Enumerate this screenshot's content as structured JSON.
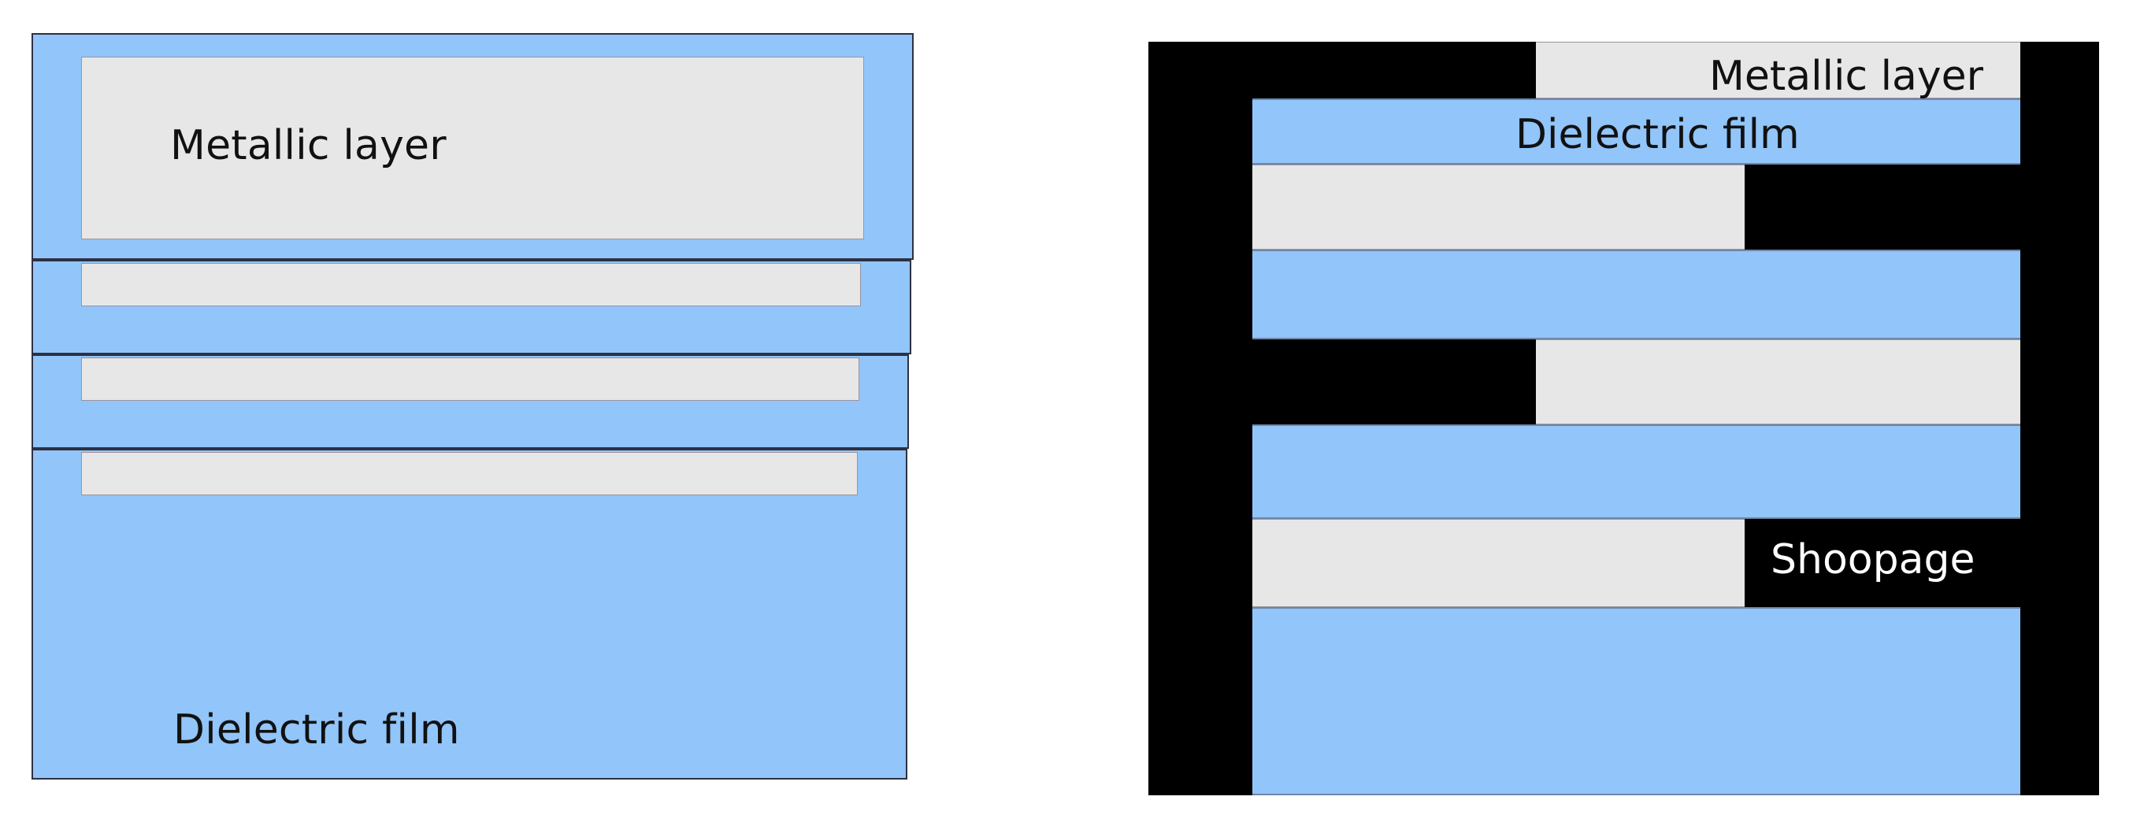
{
  "figure": {
    "type": "diagram",
    "description": "Two side-by-side cross-section schematics of a multilayer thin-film stack",
    "colors": {
      "dielectric_blue": "#92c5f9",
      "metallic_gray": "#e7e7e7",
      "outline": "#2d3142",
      "box_outline": "#9b93a0",
      "background_black": "#000000",
      "page_background": "#ffffff",
      "text_dark": "#111111",
      "text_light": "#ffffff"
    },
    "labels": {
      "metallic_layer": "Metallic layer",
      "dielectric_film": "Dielectric film",
      "shoopage": "Shoopage"
    }
  },
  "left_panel": {
    "name": "layered-stack-outlined",
    "background_color": "#92c5f9",
    "labels": [
      {
        "text": "Metallic layer",
        "color": "#111111",
        "on": "metallic"
      },
      {
        "text": "Dielectric film",
        "color": "#111111",
        "on": "dielectric"
      }
    ],
    "blocks": [
      {
        "index": 0,
        "fill": "#92c5f9",
        "inset_fill": "#e7e7e7",
        "inset_label": "Metallic layer"
      },
      {
        "index": 1,
        "fill": "#92c5f9",
        "inset_fill": "#e7e7e7",
        "inset_label": ""
      },
      {
        "index": 2,
        "fill": "#92c5f9",
        "inset_fill": "#e7e7e7",
        "inset_label": ""
      },
      {
        "index": 3,
        "fill": "#92c5f9",
        "inset_fill": "#e7e7e7",
        "inset_label": "Dielectric film"
      }
    ]
  },
  "right_panel": {
    "name": "layered-stack-on-black",
    "background_color": "#000000",
    "labels": [
      {
        "text": "Metallic layer",
        "color": "#111111",
        "on": "metallic-band-1"
      },
      {
        "text": "Dielectric film",
        "color": "#111111",
        "on": "dielectric-band-1"
      },
      {
        "text": "Shoopage",
        "color": "#ffffff",
        "on": "black-background"
      }
    ],
    "bands": [
      {
        "index": 0,
        "material": "metallic",
        "fill": "#e7e7e7",
        "label": "Metallic layer"
      },
      {
        "index": 1,
        "material": "dielectric",
        "fill": "#92c5f9",
        "label": "Dielectric film"
      },
      {
        "index": 2,
        "material": "metallic",
        "fill": "#e7e7e7",
        "label": ""
      },
      {
        "index": 3,
        "material": "dielectric",
        "fill": "#92c5f9",
        "label": ""
      },
      {
        "index": 4,
        "material": "metallic",
        "fill": "#e7e7e7",
        "label": ""
      },
      {
        "index": 5,
        "material": "dielectric",
        "fill": "#92c5f9",
        "label": ""
      },
      {
        "index": 6,
        "material": "metallic",
        "fill": "#e7e7e7",
        "label": "Shoopage"
      },
      {
        "index": 7,
        "material": "dielectric",
        "fill": "#92c5f9",
        "label": ""
      }
    ]
  }
}
